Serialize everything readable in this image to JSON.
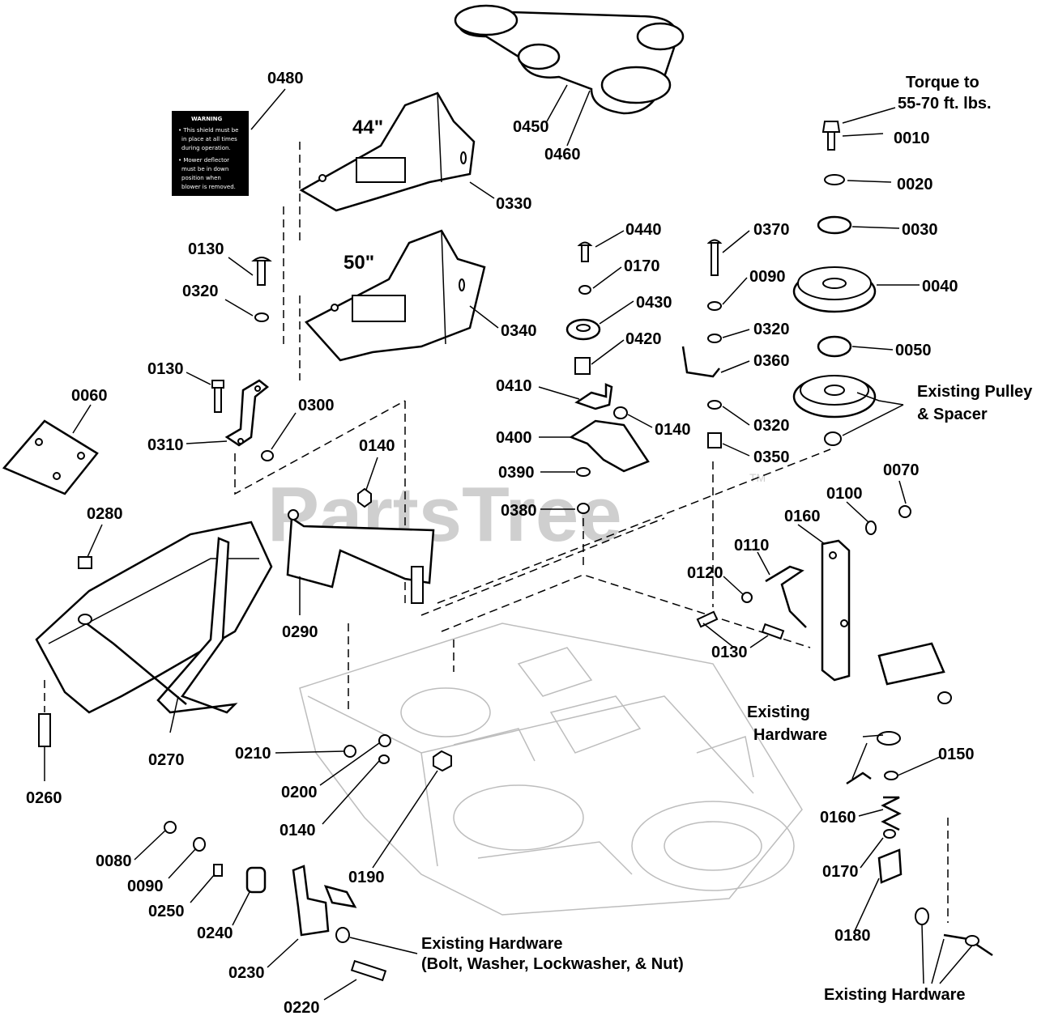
{
  "watermark": {
    "text": "PartsTree",
    "mark": "TM"
  },
  "sizes": {
    "deck_44": "44\"",
    "deck_50": "50\""
  },
  "notes": {
    "torque_line1": "Torque to",
    "torque_line2": "55-70 ft. lbs.",
    "existing_pulley_line1": "Existing Pulley",
    "existing_pulley_line2": "& Spacer",
    "existing_hardware_line1": "Existing",
    "existing_hardware_line2": "Hardware",
    "existing_hardware_bolt_line1": "Existing Hardware",
    "existing_hardware_bolt_line2": "(Bolt, Washer, Lockwasher, & Nut)",
    "existing_hardware_bottom": "Existing Hardware"
  },
  "decal": {
    "title": "WARNING",
    "lines": [
      "• This shield must be",
      "in place at all times",
      "during operation.",
      "• Mower deflector",
      "must be in down",
      "position when",
      "blower is removed."
    ]
  },
  "callouts": [
    "0480",
    "0450",
    "0460",
    "0010",
    "0330",
    "0020",
    "0030",
    "0440",
    "0370",
    "0130",
    "0170",
    "0090",
    "0040",
    "0320",
    "0430",
    "0320",
    "0340",
    "0420",
    "0050",
    "0360",
    "0130",
    "0410",
    "0060",
    "0300",
    "0140",
    "0320",
    "0400",
    "0310",
    "0140",
    "0350",
    "0390",
    "0070",
    "0280",
    "0380",
    "0100",
    "0160",
    "0110",
    "0120",
    "0290",
    "0130",
    "0150",
    "0210",
    "0270",
    "0200",
    "0160",
    "0260",
    "0140",
    "0080",
    "0170",
    "0190",
    "0090",
    "0250",
    "0180",
    "0240",
    "0230",
    "0220"
  ]
}
